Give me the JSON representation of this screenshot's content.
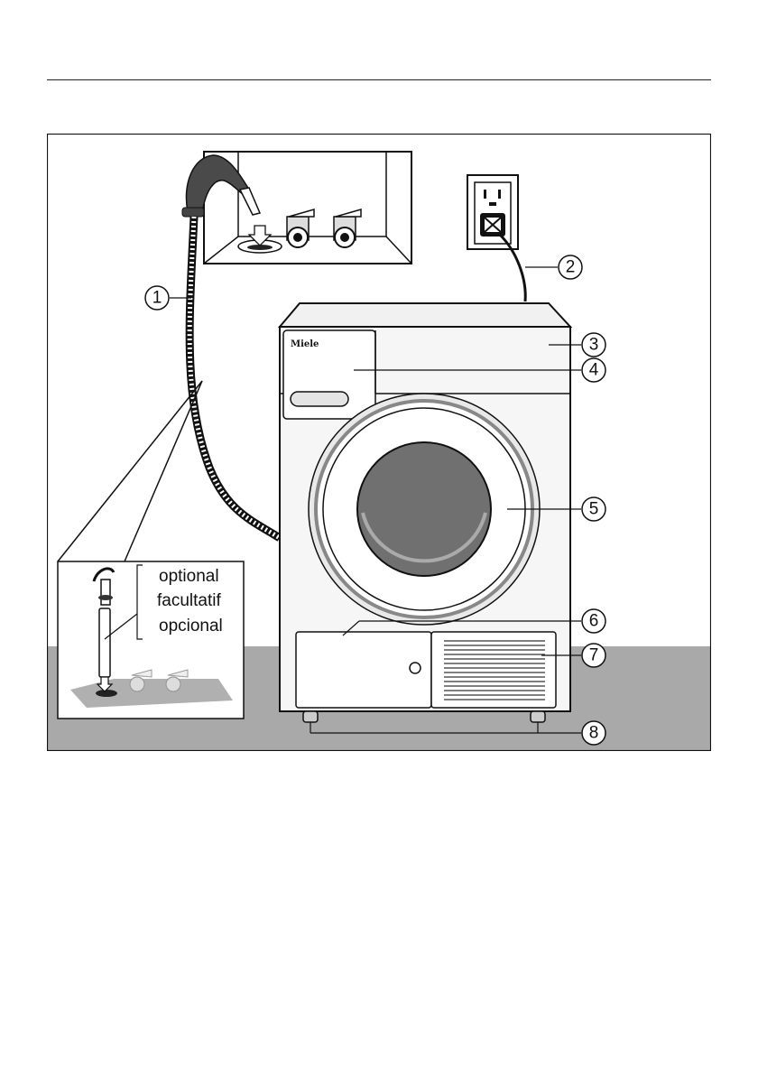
{
  "logo": {
    "brand": "Miele"
  },
  "inset": {
    "labels": [
      "optional",
      "facultatif",
      "opcional"
    ]
  },
  "callouts": [
    {
      "id": "1",
      "label": "1"
    },
    {
      "id": "2",
      "label": "2"
    },
    {
      "id": "3",
      "label": "3"
    },
    {
      "id": "4",
      "label": "4"
    },
    {
      "id": "5",
      "label": "5"
    },
    {
      "id": "6",
      "label": "6"
    },
    {
      "id": "7",
      "label": "7"
    },
    {
      "id": "8",
      "label": "8"
    }
  ],
  "colors": {
    "floor": "#a9a9a9",
    "drum": "#707070",
    "appliance": "#f4f4f4",
    "line": "#111111"
  }
}
